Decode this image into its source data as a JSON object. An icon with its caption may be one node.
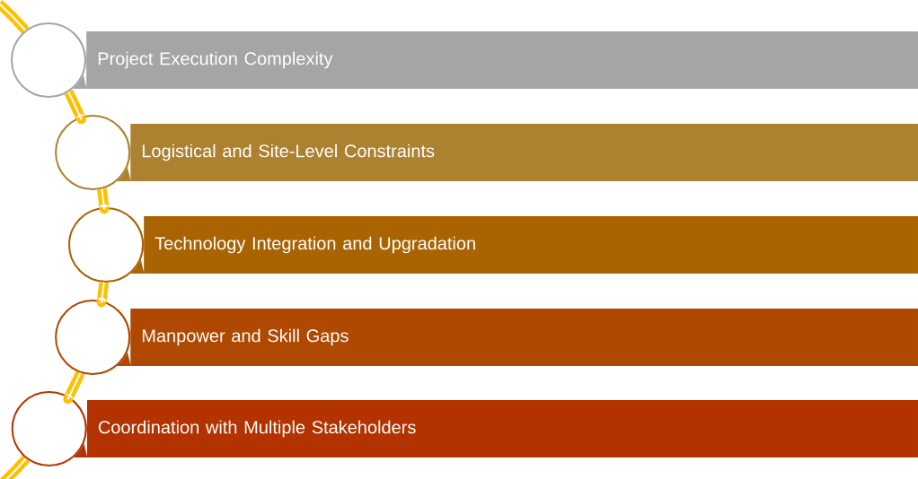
{
  "diagram": {
    "nodes": [
      {
        "text": [
          "Project Execution Complexity"
        ]
      },
      {
        "text": [],
        "shape": "circle"
      },
      {
        "text": [
          "Logistical and Site-Level Constraints"
        ]
      },
      {
        "text": [],
        "shape": "circle"
      },
      {
        "text": [
          "Technology Integration and Upgradation"
        ]
      },
      {
        "text": [],
        "shape": "circle"
      },
      {
        "text": [
          "Manpower and Skill Gaps"
        ]
      },
      {
        "text": [],
        "shape": "circle"
      },
      {
        "text": [
          "Coordination with Multiple Stakeholders"
        ]
      },
      {
        "text": [],
        "shape": "circle"
      }
    ],
    "edges": [
      {
        "from": 1,
        "to": 3,
        "arrow": "none"
      },
      {
        "from": 3,
        "to": 5,
        "arrow": "none"
      },
      {
        "from": 5,
        "to": 7,
        "arrow": "none"
      },
      {
        "from": 7,
        "to": 9,
        "arrow": "none"
      }
    ]
  }
}
